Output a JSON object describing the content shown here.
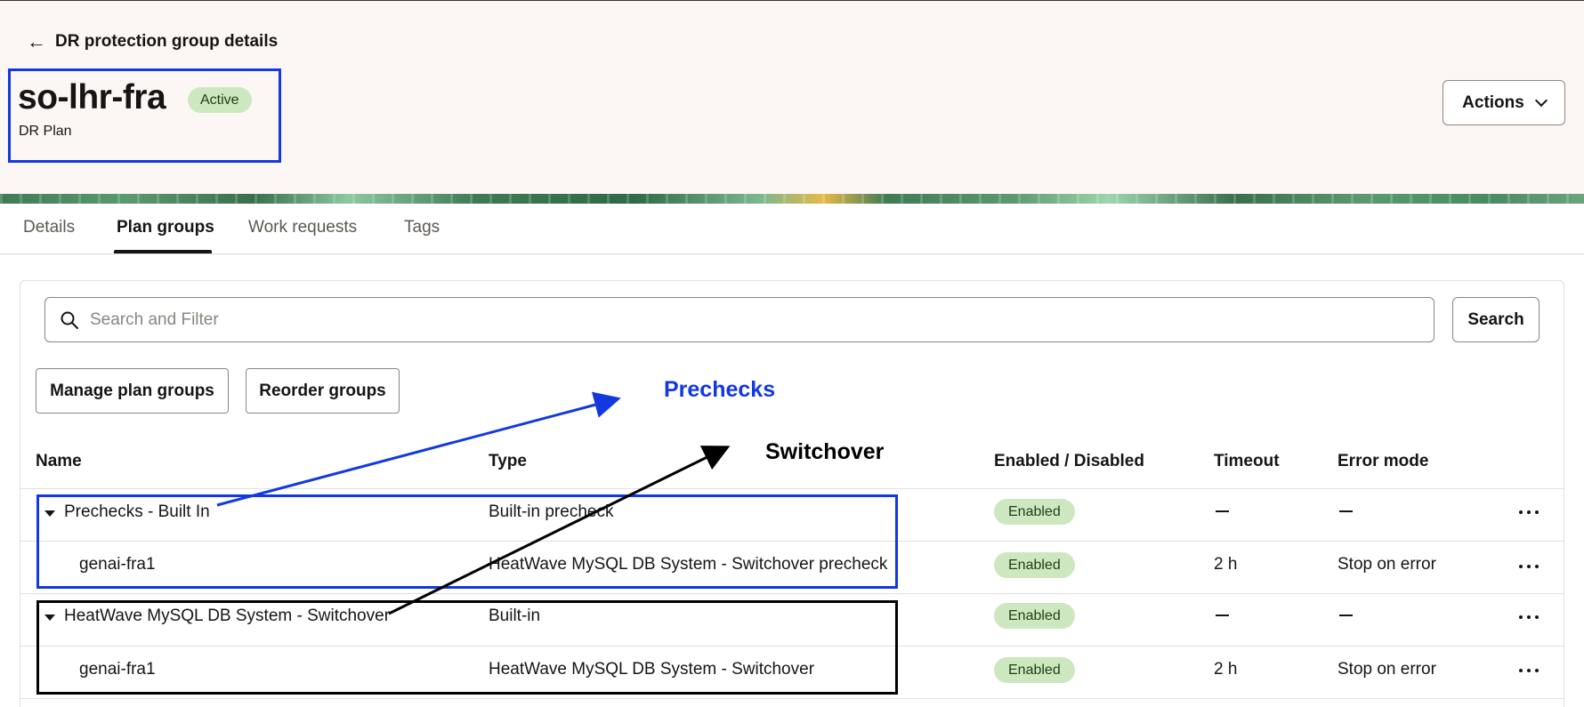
{
  "header": {
    "back_label": "DR protection group details",
    "title": "so-lhr-fra",
    "status": "Active",
    "subtitle": "DR Plan",
    "actions_label": "Actions"
  },
  "tabs": [
    {
      "label": "Details",
      "active": false
    },
    {
      "label": "Plan groups",
      "active": true
    },
    {
      "label": "Work requests",
      "active": false
    },
    {
      "label": "Tags",
      "active": false
    }
  ],
  "search": {
    "placeholder": "Search and Filter",
    "button_label": "Search"
  },
  "buttons": {
    "manage": "Manage plan groups",
    "reorder": "Reorder groups"
  },
  "table": {
    "headers": {
      "name": "Name",
      "type": "Type",
      "enabled": "Enabled / Disabled",
      "timeout": "Timeout",
      "error_mode": "Error mode"
    },
    "rows": [
      {
        "name": "Prechecks - Built In",
        "type": "Built-in precheck",
        "status": "Enabled",
        "timeout": "—",
        "error_mode": "—",
        "expandable": true
      },
      {
        "name": "genai-fra1",
        "type": "HeatWave MySQL DB System - Switchover precheck",
        "status": "Enabled",
        "timeout": "2 h",
        "error_mode": "Stop on error",
        "expandable": false
      },
      {
        "name": "HeatWave MySQL DB System - Switchover",
        "type": "Built-in",
        "status": "Enabled",
        "timeout": "—",
        "error_mode": "—",
        "expandable": true
      },
      {
        "name": "genai-fra1",
        "type": "HeatWave MySQL DB System - Switchover",
        "status": "Enabled",
        "timeout": "2 h",
        "error_mode": "Stop on error",
        "expandable": false
      }
    ]
  },
  "annotations": {
    "prechecks": "Prechecks",
    "switchover": "Switchover",
    "prechecks_color": "#1238e0",
    "switchover_color": "#000000"
  },
  "colors": {
    "header_bg": "#fcf7f5",
    "badge_bg": "#cde8c0"
  }
}
